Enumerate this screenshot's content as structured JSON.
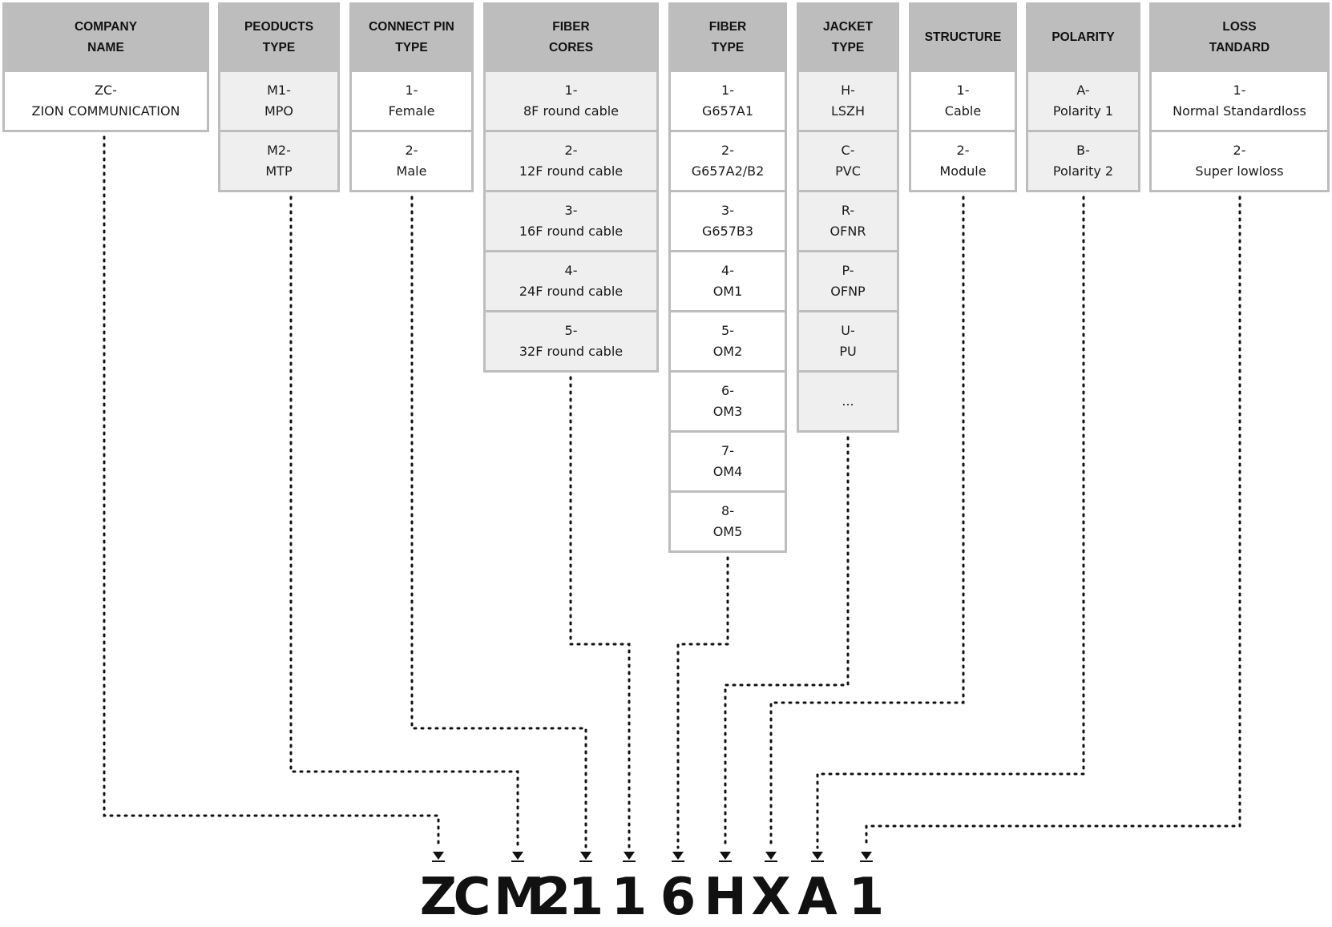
{
  "columns": [
    {
      "key": "company",
      "header": [
        "COMPANY",
        "NAME"
      ],
      "style": "white",
      "options": [
        [
          "ZC-",
          "ZION COMMUNICATION"
        ]
      ]
    },
    {
      "key": "product",
      "header": [
        "PEODUCTS",
        "TYPE"
      ],
      "style": "grey",
      "options": [
        [
          "M1-",
          "MPO"
        ],
        [
          "M2-",
          "MTP"
        ]
      ]
    },
    {
      "key": "pin",
      "header": [
        "CONNECT PIN",
        "TYPE"
      ],
      "style": "white",
      "options": [
        [
          "1-",
          "Female"
        ],
        [
          "2-",
          "Male"
        ]
      ]
    },
    {
      "key": "cores",
      "header": [
        "FIBER",
        "CORES"
      ],
      "style": "grey",
      "options": [
        [
          "1-",
          "8F round cable"
        ],
        [
          "2-",
          "12F round cable"
        ],
        [
          "3-",
          "16F round cable"
        ],
        [
          "4-",
          "24F round cable"
        ],
        [
          "5-",
          "32F round cable"
        ]
      ]
    },
    {
      "key": "fiber",
      "header": [
        "FIBER",
        "TYPE"
      ],
      "style": "white",
      "options": [
        [
          "1-",
          "G657A1"
        ],
        [
          "2-",
          "G657A2/B2"
        ],
        [
          "3-",
          "G657B3"
        ],
        [
          "4-",
          "OM1"
        ],
        [
          "5-",
          "OM2"
        ],
        [
          "6-",
          "OM3"
        ],
        [
          "7-",
          "OM4"
        ],
        [
          "8-",
          "OM5"
        ]
      ]
    },
    {
      "key": "jacket",
      "header": [
        "JACKET",
        "TYPE"
      ],
      "style": "grey",
      "options": [
        [
          "H-",
          "LSZH"
        ],
        [
          "C-",
          "PVC"
        ],
        [
          "R-",
          "OFNR"
        ],
        [
          "P-",
          "OFNP"
        ],
        [
          "U-",
          "PU"
        ],
        [
          "..."
        ]
      ]
    },
    {
      "key": "structure",
      "header": [
        "STRUCTURE"
      ],
      "style": "white",
      "options": [
        [
          "1-",
          "Cable"
        ],
        [
          "2-",
          "Module"
        ]
      ]
    },
    {
      "key": "polarity",
      "header": [
        "POLARITY"
      ],
      "style": "grey",
      "options": [
        [
          "A-",
          "Polarity 1"
        ],
        [
          "B-",
          "Polarity 2"
        ]
      ]
    },
    {
      "key": "loss",
      "header": [
        "LOSS",
        "TANDARD"
      ],
      "style": "white",
      "options": [
        [
          "1-",
          "Normal Standardloss"
        ],
        [
          "2-",
          "Super lowloss"
        ]
      ]
    }
  ],
  "code": [
    "Z",
    "C",
    "M",
    "2",
    "1",
    "1",
    "6",
    "H",
    "X",
    "A",
    "1"
  ],
  "colors": {
    "header": "#bdbdbd",
    "border": "#bdbdbd",
    "grey_cell": "#efefef",
    "white_cell": "#ffffff",
    "line": "#111111"
  }
}
